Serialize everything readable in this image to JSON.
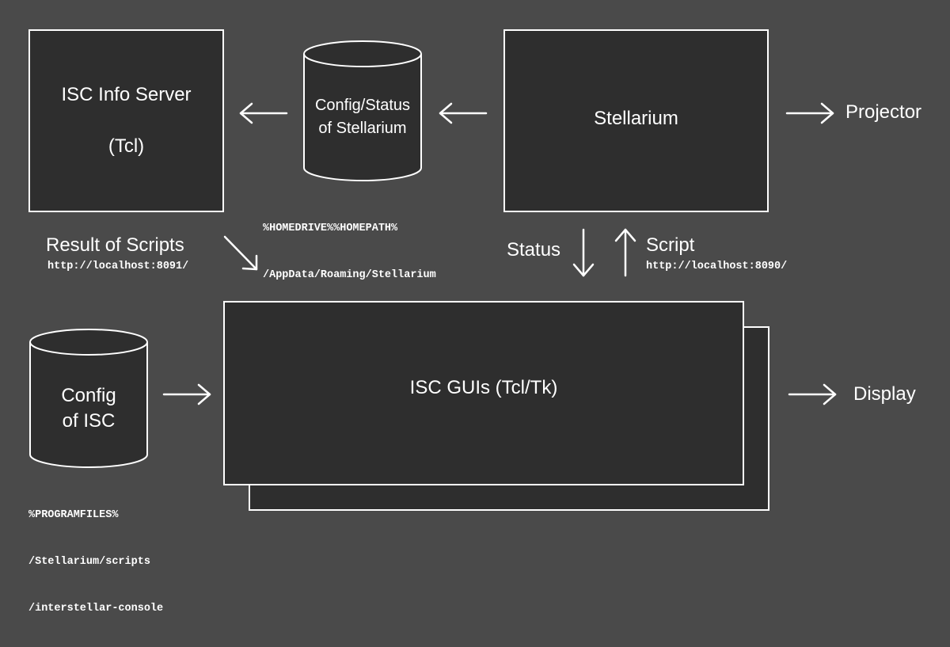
{
  "colors": {
    "background": "#4a4a4a",
    "box_fill": "#2e2e2e",
    "stroke": "#ffffff"
  },
  "nodes": {
    "info_server": {
      "line1": "ISC Info Server",
      "line2": "(Tcl)"
    },
    "stellarium": {
      "label": "Stellarium"
    },
    "config_status_db": {
      "line1": "Config/Status",
      "line2": "of Stellarium"
    },
    "config_isc_db": {
      "line1": "Config",
      "line2": "of ISC"
    },
    "isc_guis": {
      "label": "ISC GUIs (Tcl/Tk)"
    }
  },
  "paths": {
    "stellarium_config": {
      "line1": "%HOMEDRIVE%%HOMEPATH%",
      "line2": "/AppData/Roaming/Stellarium"
    },
    "isc_config": {
      "line1": "%PROGRAMFILES%",
      "line2": "/Stellarium/scripts",
      "line3": "/interstellar-console"
    }
  },
  "edges": {
    "projector": "Projector",
    "display": "Display",
    "status": "Status",
    "script": "Script",
    "script_url": "http://localhost:8090/",
    "result_of_scripts": "Result of Scripts",
    "result_url": "http://localhost:8091/"
  }
}
